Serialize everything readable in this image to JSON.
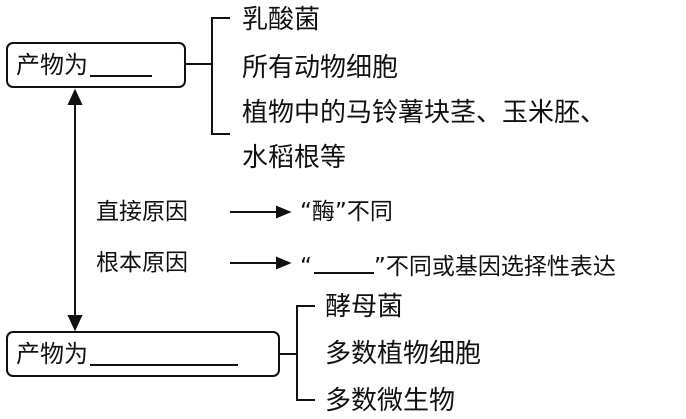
{
  "top_box": {
    "label": "产物为"
  },
  "top_branch": [
    "乳酸菌",
    "所有动物细胞",
    "植物中的马铃薯块茎、玉米胚、",
    "水稻根等"
  ],
  "middle": {
    "direct_cause_label": "直接原因",
    "direct_cause_result": "“酶”不同",
    "root_cause_label": "根本原因",
    "root_cause_result_open": "“",
    "root_cause_result_close": "”不同或基因选择性表达"
  },
  "bottom_box": {
    "label": "产物为"
  },
  "bottom_branch": [
    "酵母菌",
    "多数植物细胞",
    "多数微生物"
  ]
}
